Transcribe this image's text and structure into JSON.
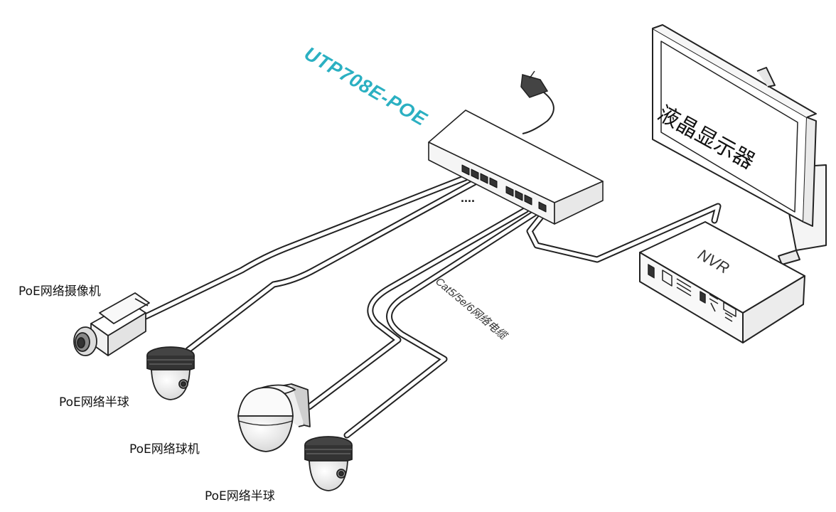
{
  "switch_model": "UTP708E-POE",
  "monitor_label": "液晶显示器",
  "nvr_label": "NVR",
  "cable_label": "Cat5/5e/6网络电缆",
  "ports_ellipsis": "....",
  "devices": [
    {
      "label": "PoE网络摄像机"
    },
    {
      "label": "PoE网络半球"
    },
    {
      "label": "PoE网络球机"
    },
    {
      "label": "PoE网络半球"
    }
  ],
  "colors": {
    "switch_label": "#2bb0c2",
    "line": "#222222",
    "cable": "#ffffff"
  }
}
